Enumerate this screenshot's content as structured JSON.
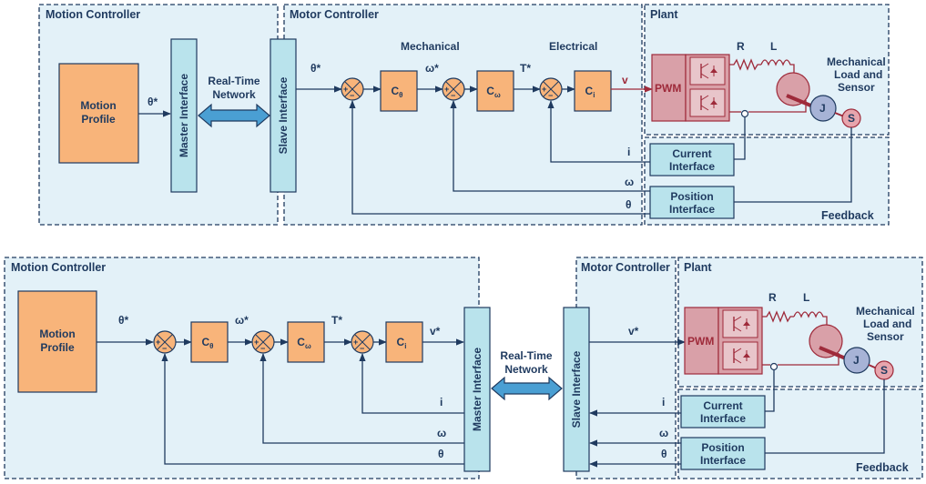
{
  "top": {
    "regions": {
      "motion_controller": "Motion Controller",
      "motor_controller": "Motor Controller",
      "plant": "Plant",
      "feedback": "Feedback"
    },
    "motion_profile": [
      "Motion",
      "Profile"
    ],
    "master_interface": "Master Interface",
    "slave_interface": "Slave Interface",
    "network": [
      "Real-Time",
      "Network"
    ],
    "section_mechanical": "Mechanical",
    "section_electrical": "Electrical",
    "signals": {
      "theta_star_out": "θ*",
      "theta_star_in": "θ*",
      "omega_star": "ω*",
      "t_star": "T*",
      "v": "v",
      "i": "i",
      "omega": "ω",
      "theta": "θ"
    },
    "pwm": "PWM",
    "r": "R",
    "l": "L",
    "j": "J",
    "s": "S",
    "mechanical_load": [
      "Mechanical",
      "Load and",
      "Sensor"
    ],
    "current_interface": [
      "Current",
      "Interface"
    ],
    "position_interface": [
      "Position",
      "Interface"
    ]
  },
  "bottom": {
    "regions": {
      "motion_controller": "Motion Controller",
      "motor_controller": "Motor Controller",
      "plant": "Plant",
      "feedback": "Feedback"
    },
    "motion_profile": [
      "Motion",
      "Profile"
    ],
    "master_interface": "Master Interface",
    "slave_interface": "Slave Interface",
    "network": [
      "Real-Time",
      "Network"
    ],
    "signals": {
      "theta_star": "θ*",
      "omega_star": "ω*",
      "t_star": "T*",
      "v_star_out": "v*",
      "v_star_in": "v*",
      "i_left": "i",
      "omega_left": "ω",
      "theta_left": "θ",
      "i_right": "i",
      "omega_right": "ω",
      "theta_right": "θ"
    },
    "pwm": "PWM",
    "r": "R",
    "l": "L",
    "j": "J",
    "s": "S",
    "mechanical_load": [
      "Mechanical",
      "Load and",
      "Sensor"
    ],
    "current_interface": [
      "Current",
      "Interface"
    ],
    "position_interface": [
      "Position",
      "Interface"
    ]
  },
  "controllers": {
    "c_theta": "C",
    "c_theta_sub": "θ",
    "c_omega": "C",
    "c_omega_sub": "ω",
    "c_i": "C",
    "c_i_sub": "i"
  },
  "sum_signs": {
    "plus": "+",
    "minus": "−"
  }
}
